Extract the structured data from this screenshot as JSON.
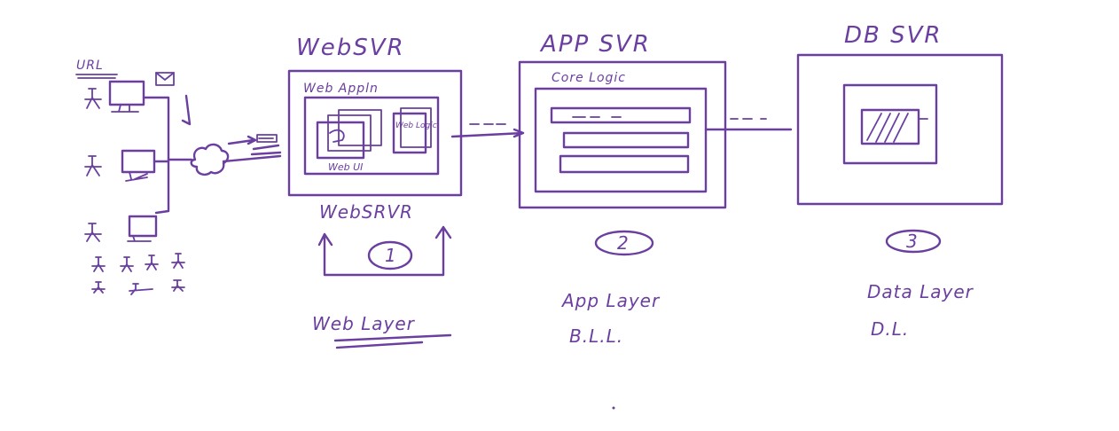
{
  "client": {
    "url_label": "URL"
  },
  "tier1": {
    "server_title": "WebSVR",
    "app_title": "Web Appln",
    "ui_label": "Web UI",
    "logic_label": "Web Logic",
    "below_label": "WebSRVR",
    "number": "1",
    "layer_label": "Web Layer"
  },
  "tier2": {
    "server_title": "APP SVR",
    "core_label": "Core Logic",
    "number": "2",
    "layer_label": "App Layer",
    "abbrev": "B.L.L."
  },
  "tier3": {
    "server_title": "DB SVR",
    "number": "3",
    "layer_label": "Data Layer",
    "abbrev": "D.L."
  },
  "ink_color": "#6a3fa0"
}
